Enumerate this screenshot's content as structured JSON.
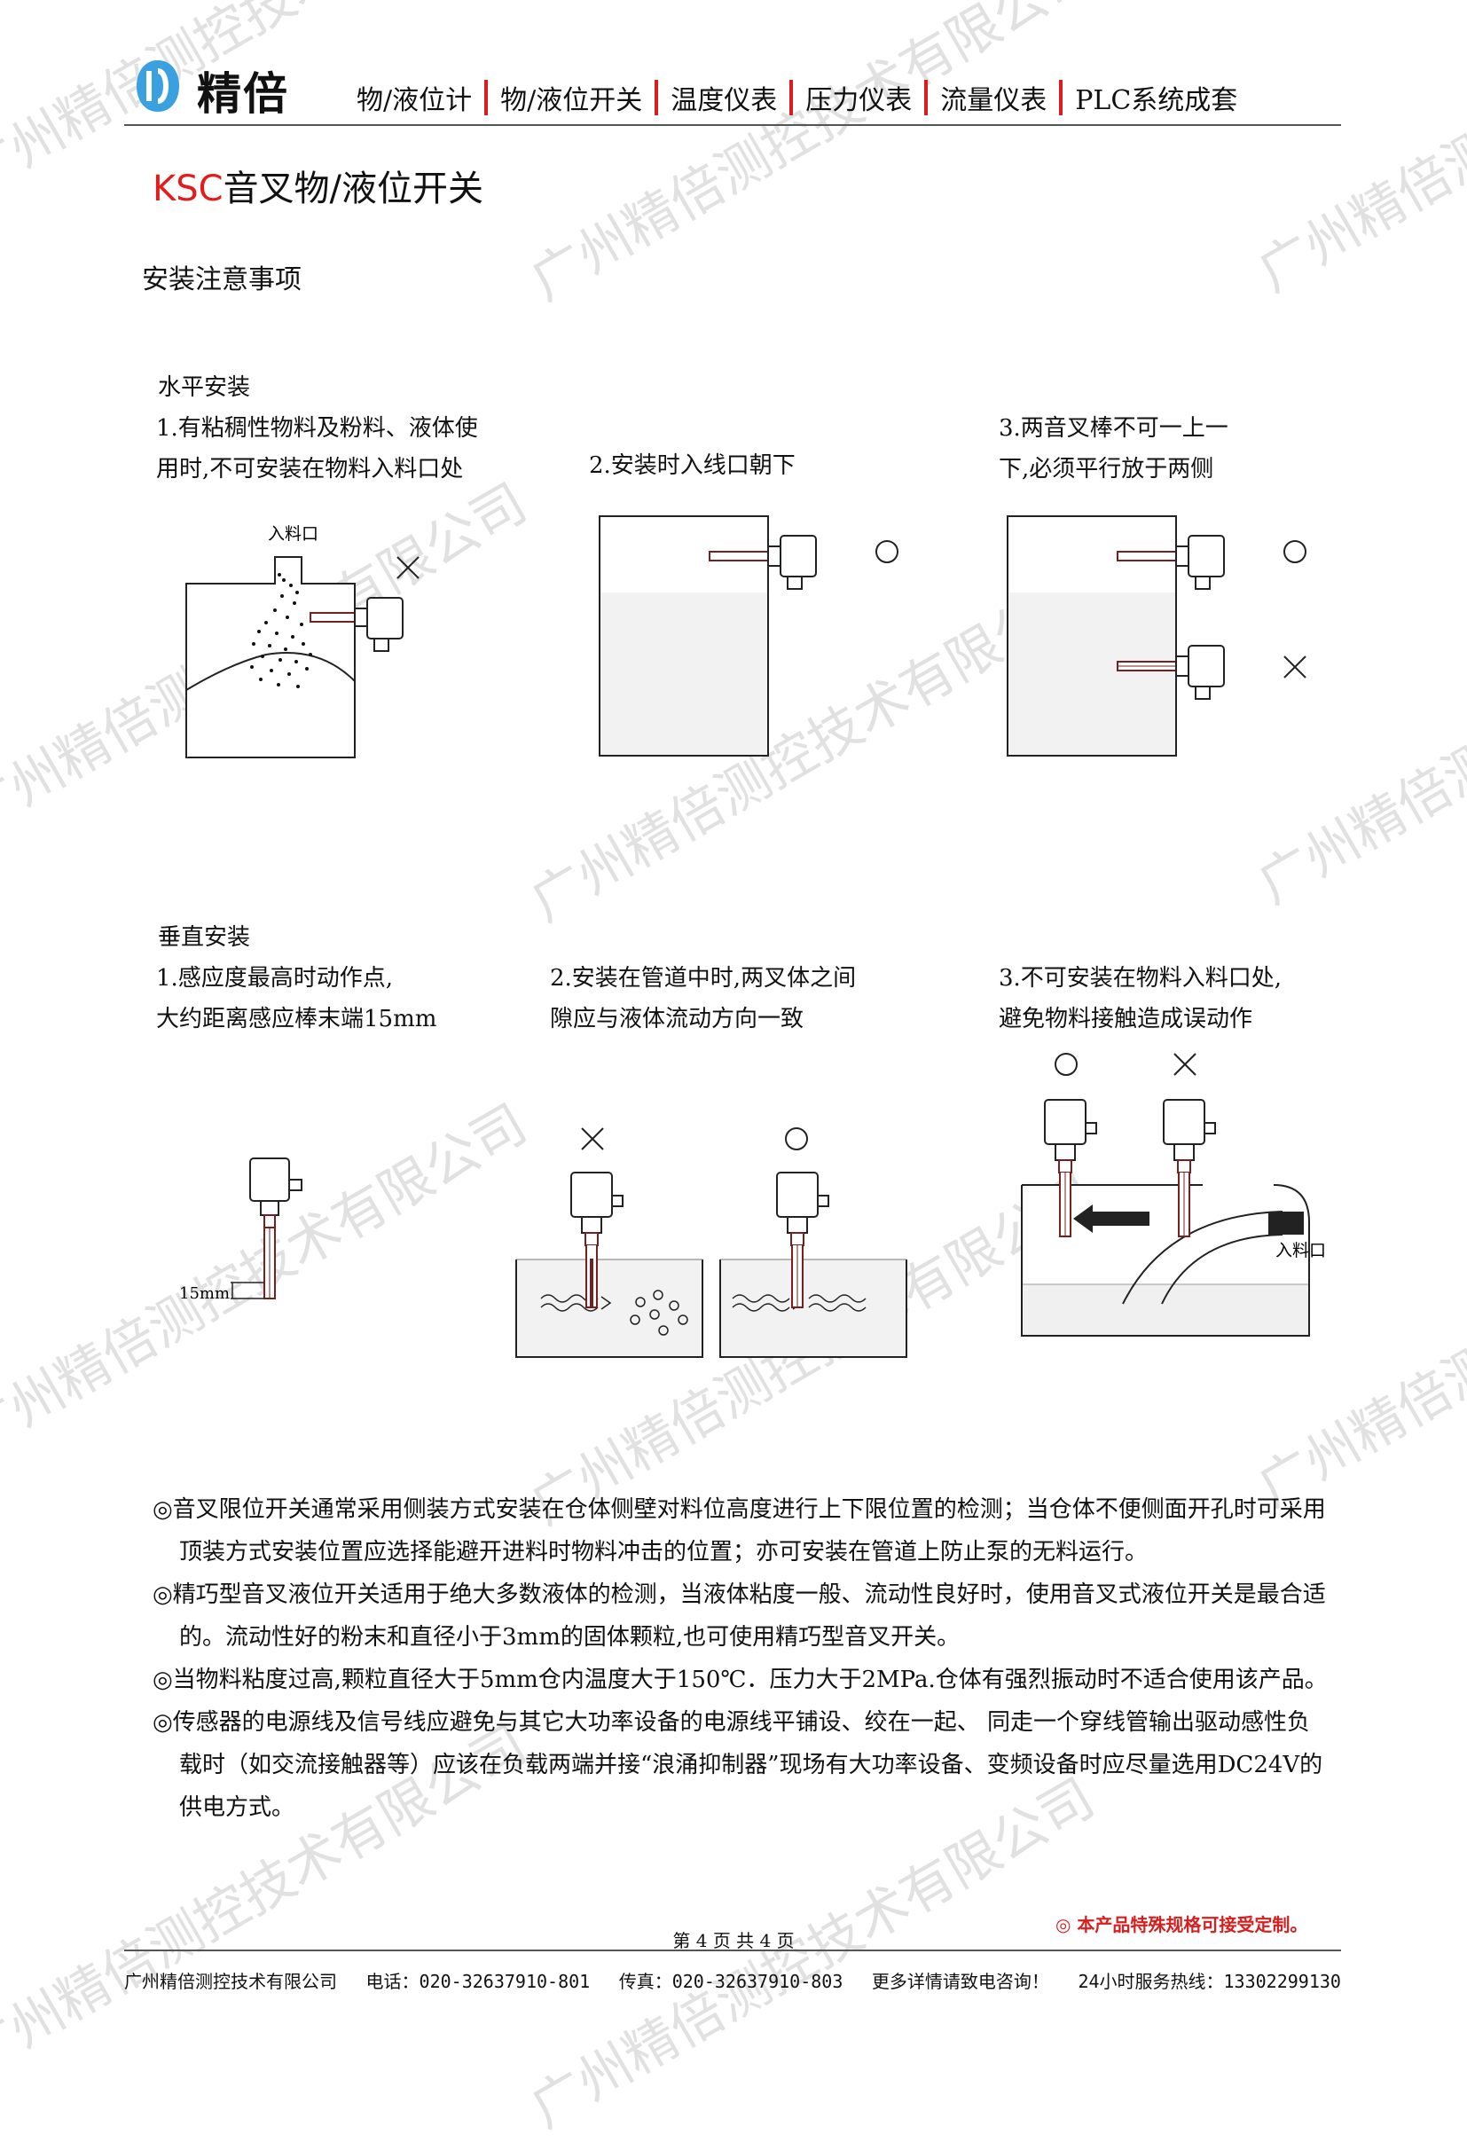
{
  "header": {
    "brand": "精倍",
    "nav": [
      "物/液位计",
      "物/液位开关",
      "温度仪表",
      "压力仪表",
      "流量仪表",
      "PLC系统成套"
    ]
  },
  "title": {
    "prefix": "KSC",
    "text": "音叉物/液位开关"
  },
  "subtitle": "安装注意事项",
  "horizontal": {
    "heading": "水平安装",
    "captions": [
      [
        "1.有粘稠性物料及粉料、液体使",
        "用时,不可安装在物料入料口处"
      ],
      [
        "2.安装时入线口朝下"
      ],
      [
        "3.两音叉棒不可一上一",
        "下,必须平行放于两侧"
      ]
    ],
    "inlet_label": "入料口"
  },
  "vertical": {
    "heading": "垂直安装",
    "captions": [
      [
        "1.感应度最高时动作点,",
        "大约距离感应棒末端15mm"
      ],
      [
        "2.安装在管道中时,两叉体之间",
        "隙应与液体流动方向一致"
      ],
      [
        "3.不可安装在物料入料口处,",
        "避免物料接触造成误动作"
      ]
    ],
    "dimension_label": "15mm",
    "inlet_label": "入料口"
  },
  "marks": {
    "ok": "○",
    "ng": "×"
  },
  "notes": [
    "◎音叉限位开关通常采用侧装方式安装在仓体侧壁对料位高度进行上下限位置的检测；当仓体不便侧面开孔时可采用顶装方式安装位置应选择能避开进料时物料冲击的位置；亦可安装在管道上防止泵的无料运行。",
    "◎精巧型音叉液位开关适用于绝大多数液体的检测，当液体粘度一般、流动性良好时，使用音叉式液位开关是最合适的。流动性好的粉末和直径小于3mm的固体颗粒,也可使用精巧型音叉开关。",
    "◎当物料粘度过高,颗粒直径大于5mm仓内温度大于150℃．压力大于2MPa.仓体有强烈振动时不适合使用该产品。",
    "◎传感器的电源线及信号线应避免与其它大功率设备的电源线平铺设、绞在一起、 同走一个穿线管输出驱动感性负载时（如交流接触器等）应该在负载两端并接“浪涌抑制器”现场有大功率设备、变频设备时应尽量选用DC24V的供电方式。"
  ],
  "promo": "◎ 本产品特殊规格可接受定制。",
  "page_number": "第 4 页 共 4 页",
  "footer": {
    "company": "广州精倍测控技术有限公司",
    "phone": "电话：020-32637910-801",
    "fax": "传真：020-32637910-803",
    "consult": "更多详情请致电咨询！",
    "hotline": "24小时服务热线：13302299130"
  },
  "watermark": "广州精倍测控技术有限公司",
  "colors": {
    "accent": "#d81e1e",
    "logo": "#3aa0e0"
  }
}
